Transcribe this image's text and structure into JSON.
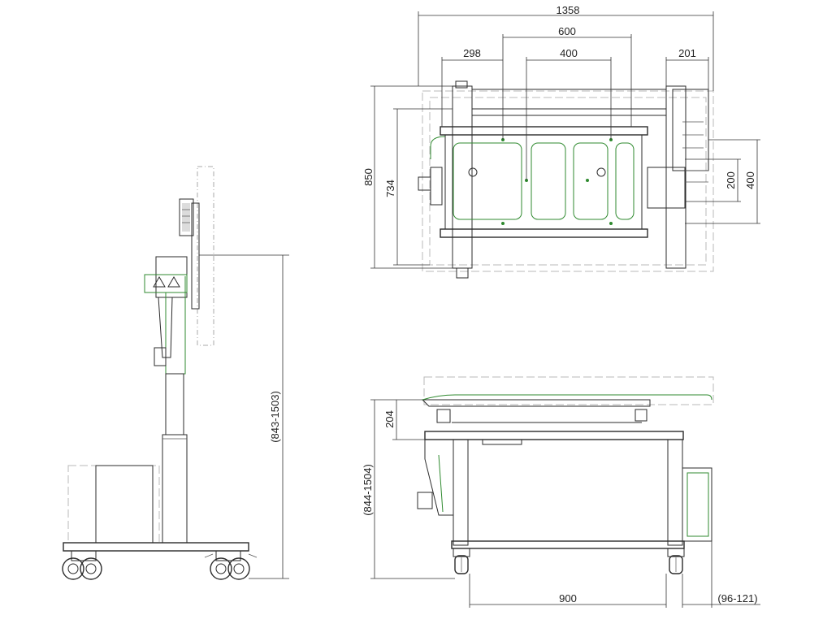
{
  "dimensions": {
    "top_view": {
      "overall_width": "1358",
      "vesa_outer": "600",
      "left_offset": "298",
      "vesa_inner": "400",
      "right_offset": "201",
      "overall_height": "850",
      "inner_height": "734",
      "vesa_small": "200",
      "vesa_tall": "400"
    },
    "side_view": {
      "height_range": "(843-1503)"
    },
    "front_view": {
      "head_height": "204",
      "height_range": "(844-1504)",
      "base_width": "900",
      "offset_range": "(96-121)"
    }
  },
  "colors": {
    "line": "#2b2b2b",
    "phantom": "#a8a8a8",
    "highlight": "#2f8a2f"
  }
}
